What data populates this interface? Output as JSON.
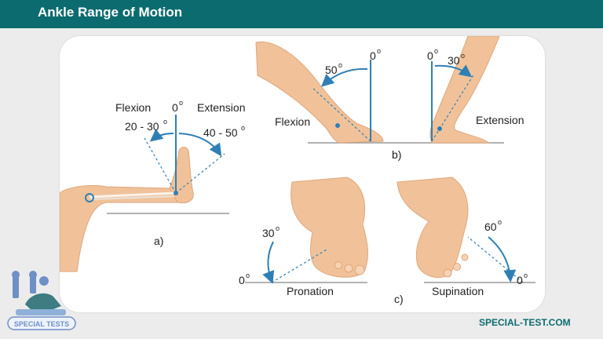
{
  "header": {
    "title": "Ankle Range of Motion"
  },
  "panel_a": {
    "flexion_label": "Flexion",
    "zero_label": "0",
    "extension_label": "Extension",
    "flexion_range": "20 - 30",
    "extension_range": "40 - 50",
    "degree_mark": "o",
    "caption": "a)"
  },
  "panel_b": {
    "flexion_angle": "50",
    "flexion_zero": "0",
    "flexion_label": "Flexion",
    "extension_zero": "0",
    "extension_angle": "30",
    "extension_label": "Extension",
    "degree_mark": "o",
    "caption": "b)"
  },
  "panel_c": {
    "pronation_angle": "30",
    "pronation_zero": "0",
    "pronation_label": "Pronation",
    "supination_angle": "60",
    "supination_zero": "0",
    "supination_label": "Supination",
    "degree_mark": "o",
    "caption": "c)"
  },
  "logo": {
    "text": "SPECIAL TESTS"
  },
  "footer": {
    "site": "SPECIAL-TEST.COM"
  },
  "colors": {
    "header_bg": "#0b6b6e",
    "accent_blue": "#2f7fb5",
    "skin": "#f1c29a",
    "skin_shadow": "#e0a57a"
  }
}
